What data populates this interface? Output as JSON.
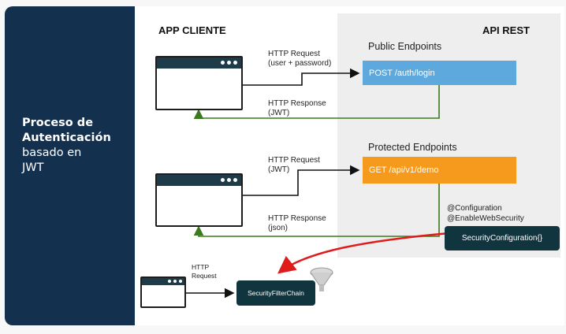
{
  "sidebar": {
    "title_line1": "Proceso de",
    "title_line2": "Autenticación",
    "title_line3": "basado en",
    "title_line4": "JWT"
  },
  "headers": {
    "client": "APP CLIENTE",
    "api": "API REST"
  },
  "sections": {
    "public": "Public Endpoints",
    "protected": "Protected Endpoints"
  },
  "flow1": {
    "request_line1": "HTTP Request",
    "request_line2": "(user + password)",
    "response_line1": "HTTP Response",
    "response_line2": "(JWT)",
    "endpoint": "POST /auth/login"
  },
  "flow2": {
    "request_line1": "HTTP Request",
    "request_line2": "(JWT)",
    "response_line1": "HTTP Response",
    "response_line2": "(json)",
    "endpoint": "GET /api/v1/demo"
  },
  "annotations": {
    "line1": "@Configuration",
    "line2": "@EnableWebSecurity"
  },
  "security_config": "SecurityConfiguration{}",
  "flow3": {
    "request_line1": "HTTP",
    "request_line2": "Request"
  },
  "filter_chain": "SecurityFilterChain",
  "colors": {
    "sidebar": "#13304f",
    "public_box": "#5da9dd",
    "protected_box": "#f69a1e",
    "response_arrow": "#3b7a1f",
    "filter_arrow": "#e01b1b",
    "dark_box": "#10353f"
  }
}
